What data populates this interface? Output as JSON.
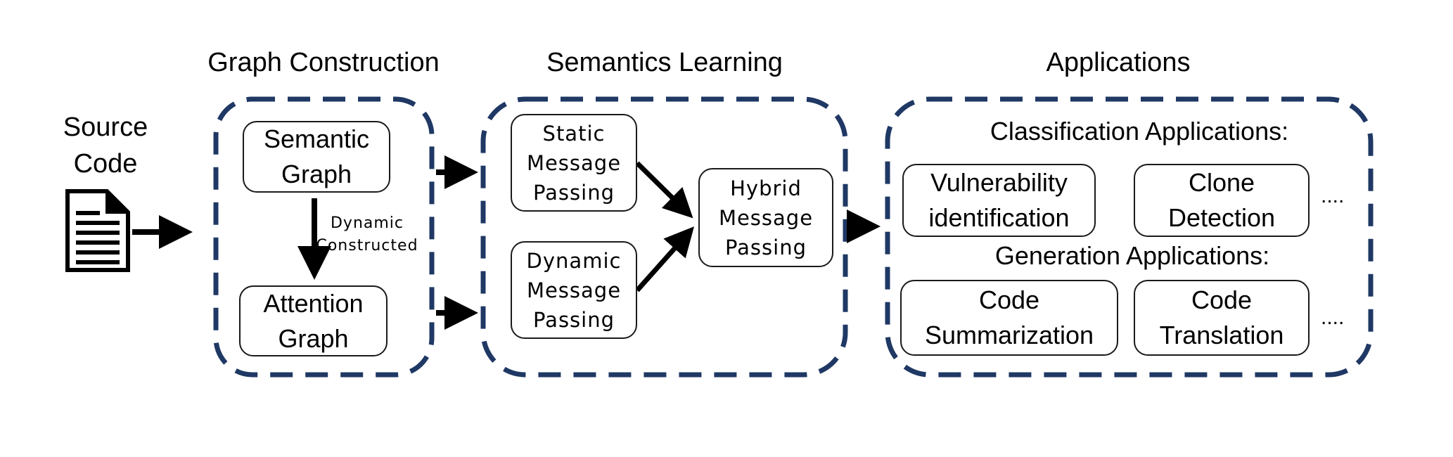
{
  "inputs": {
    "label": "Source\nCode",
    "icon": "document-icon"
  },
  "sections": {
    "graph": {
      "title": "Graph Construction",
      "semantic_graph": "Semantic\nGraph",
      "edge_label": "Dynamic\nConstructed",
      "attention_graph": "Attention\nGraph"
    },
    "semantics": {
      "title": "Semantics Learning",
      "static": "Static\nMessage\nPassing",
      "dynamic": "Dynamic\nMessage\nPassing",
      "hybrid": "Hybrid\nMessage\nPassing"
    },
    "apps": {
      "title": "Applications",
      "classification_heading": "Classification Applications:",
      "vuln": "Vulnerability\nidentification",
      "clone": "Clone\nDetection",
      "ellipsis1": "....",
      "generation_heading": "Generation Applications:",
      "summ": "Code\nSummarization",
      "trans": "Code\nTranslation",
      "ellipsis2": "...."
    }
  },
  "colors": {
    "dashed_border": "#1f3864",
    "arrow": "#000000"
  }
}
